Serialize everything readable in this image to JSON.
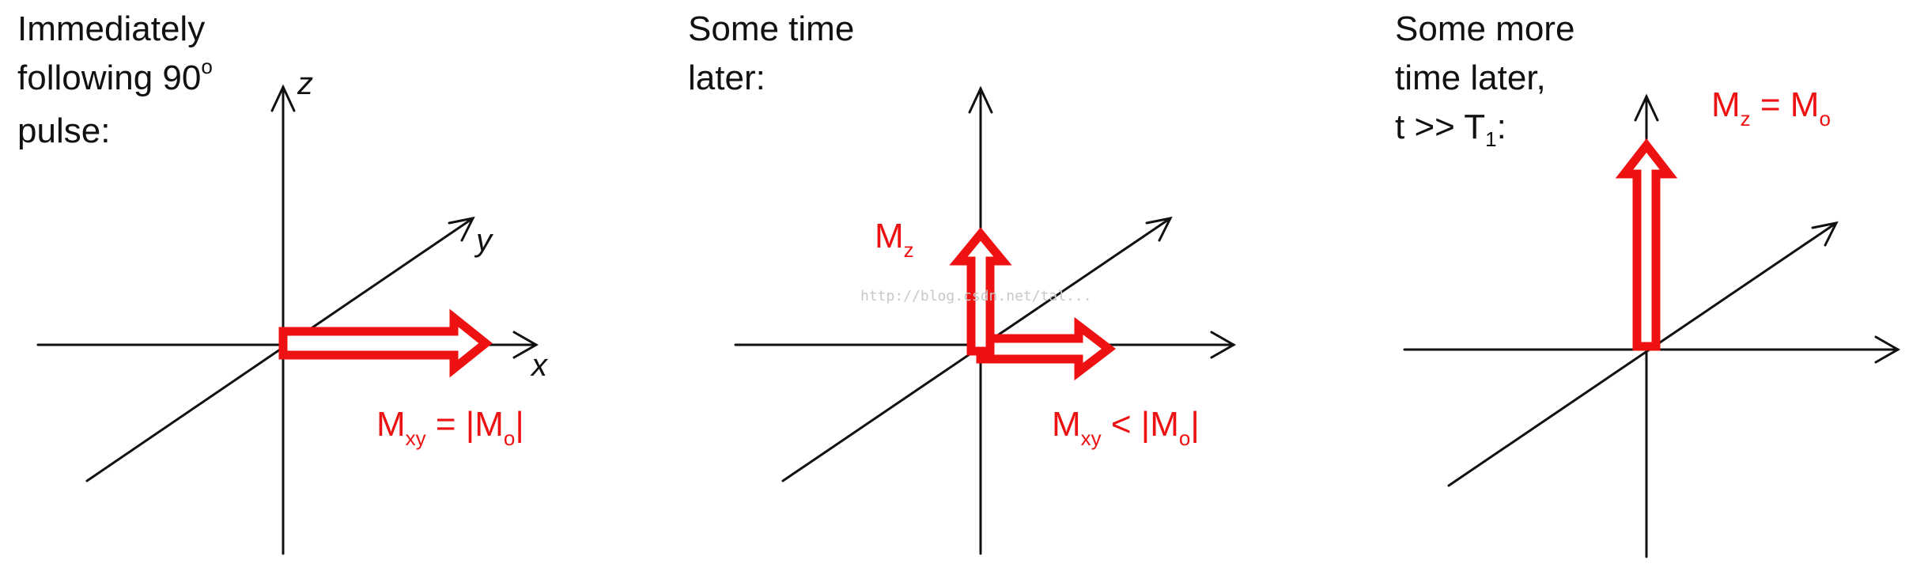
{
  "colors": {
    "axis": "#111111",
    "vector": "#ee1111",
    "vector_fill": "#ffffff",
    "watermark": "#c8c8c8"
  },
  "panels": [
    {
      "title_lines": [
        "Immediately",
        "following 90",
        "pulse:"
      ],
      "title_superscript": "o",
      "axis_labels": {
        "z": "z",
        "y": "y",
        "x": "x"
      },
      "vectors": [
        {
          "name": "Mxy",
          "direction": "x"
        }
      ],
      "labels": [
        {
          "main": "M",
          "sub": "xy",
          "rest": " = |M",
          "sub2": "o",
          "end": "|"
        }
      ]
    },
    {
      "title_lines": [
        "Some time",
        "later:"
      ],
      "vectors": [
        {
          "name": "Mz",
          "direction": "z"
        },
        {
          "name": "Mxy",
          "direction": "x"
        }
      ],
      "labels": [
        {
          "main": "M",
          "sub": "z"
        },
        {
          "main": "M",
          "sub": "xy",
          "rest": " < |M",
          "sub2": "o",
          "end": "|"
        }
      ],
      "watermark": "http://blog.csdn.net/tal..."
    },
    {
      "title_lines": [
        "Some more",
        "time later,",
        "t >> T"
      ],
      "title_subscript": "1",
      "title_tail": ":",
      "vectors": [
        {
          "name": "Mz",
          "direction": "z"
        }
      ],
      "labels": [
        {
          "main": "M",
          "sub": "z",
          "rest": " = M",
          "sub2": "o"
        }
      ]
    }
  ]
}
